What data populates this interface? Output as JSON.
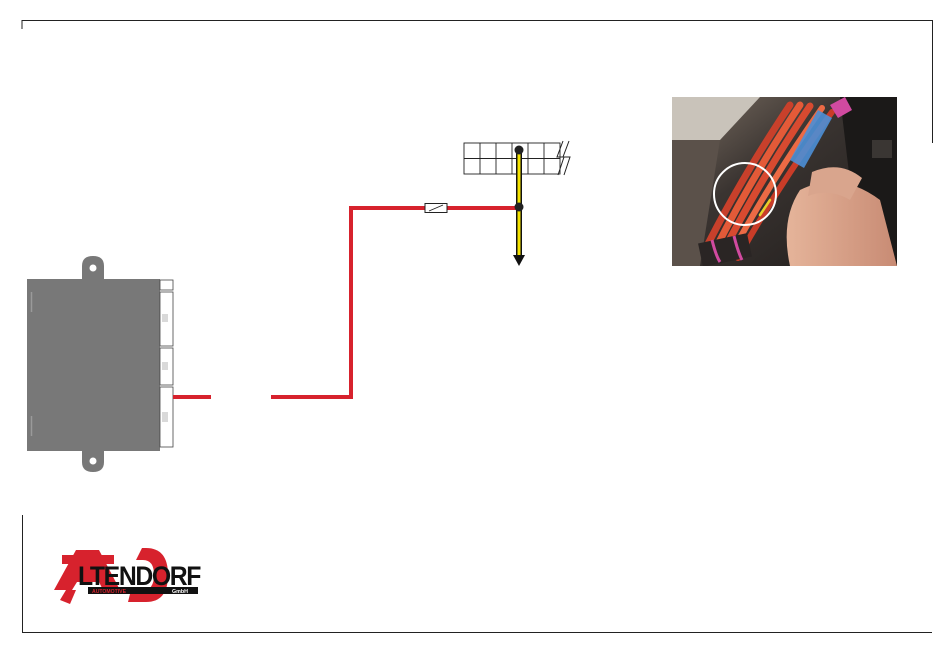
{
  "colors": {
    "frame_line": "#222222",
    "wire_red": "#d7222d",
    "wire_yellow": "#f5e400",
    "module_body": "#787878",
    "logo_red": "#d7222d",
    "logo_black": "#111111"
  },
  "logo": {
    "word": "LTENDORF",
    "subtitle": "AUTOMOTIVE",
    "suffix": "GmbH"
  },
  "diagram": {
    "photo_subject": "wire-harness-photo",
    "icons": [
      "fuse-icon",
      "ground-arrow-icon",
      "connector-grid-icon",
      "lightning-break-icon",
      "circle-highlight-icon"
    ]
  }
}
